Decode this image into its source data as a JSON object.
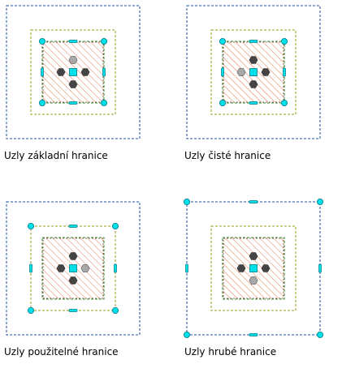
{
  "panels": [
    {
      "id": "zakladni",
      "label": "Uzly základní hranice",
      "active": "base"
    },
    {
      "id": "ciste",
      "label": "Uzly čisté hranice",
      "active": "net"
    },
    {
      "id": "pouzitelne",
      "label": "Uzly použitelné hranice",
      "active": "usable"
    },
    {
      "id": "hrube",
      "label": "Uzly hrubé hranice",
      "active": "gross"
    }
  ],
  "colors": {
    "background": "#ffffff",
    "gross_boundary": "#1f4e9c",
    "usable_boundary": "#9a9a1a",
    "net_boundary": "#2e8b2e",
    "hatch_boundary": "#8b3a2a",
    "hatch_fill": "#e06a40",
    "grip_fill": "#00e0e8",
    "grip_stroke": "#007a8a",
    "node_dark": "#444444",
    "node_light": "#a8a8a8",
    "label_text": "#000000"
  },
  "icons": {
    "corner_grip": "cyan-circle",
    "edge_grip": "cyan-bar",
    "center_grip": "cyan-square",
    "node": "hexagon"
  }
}
